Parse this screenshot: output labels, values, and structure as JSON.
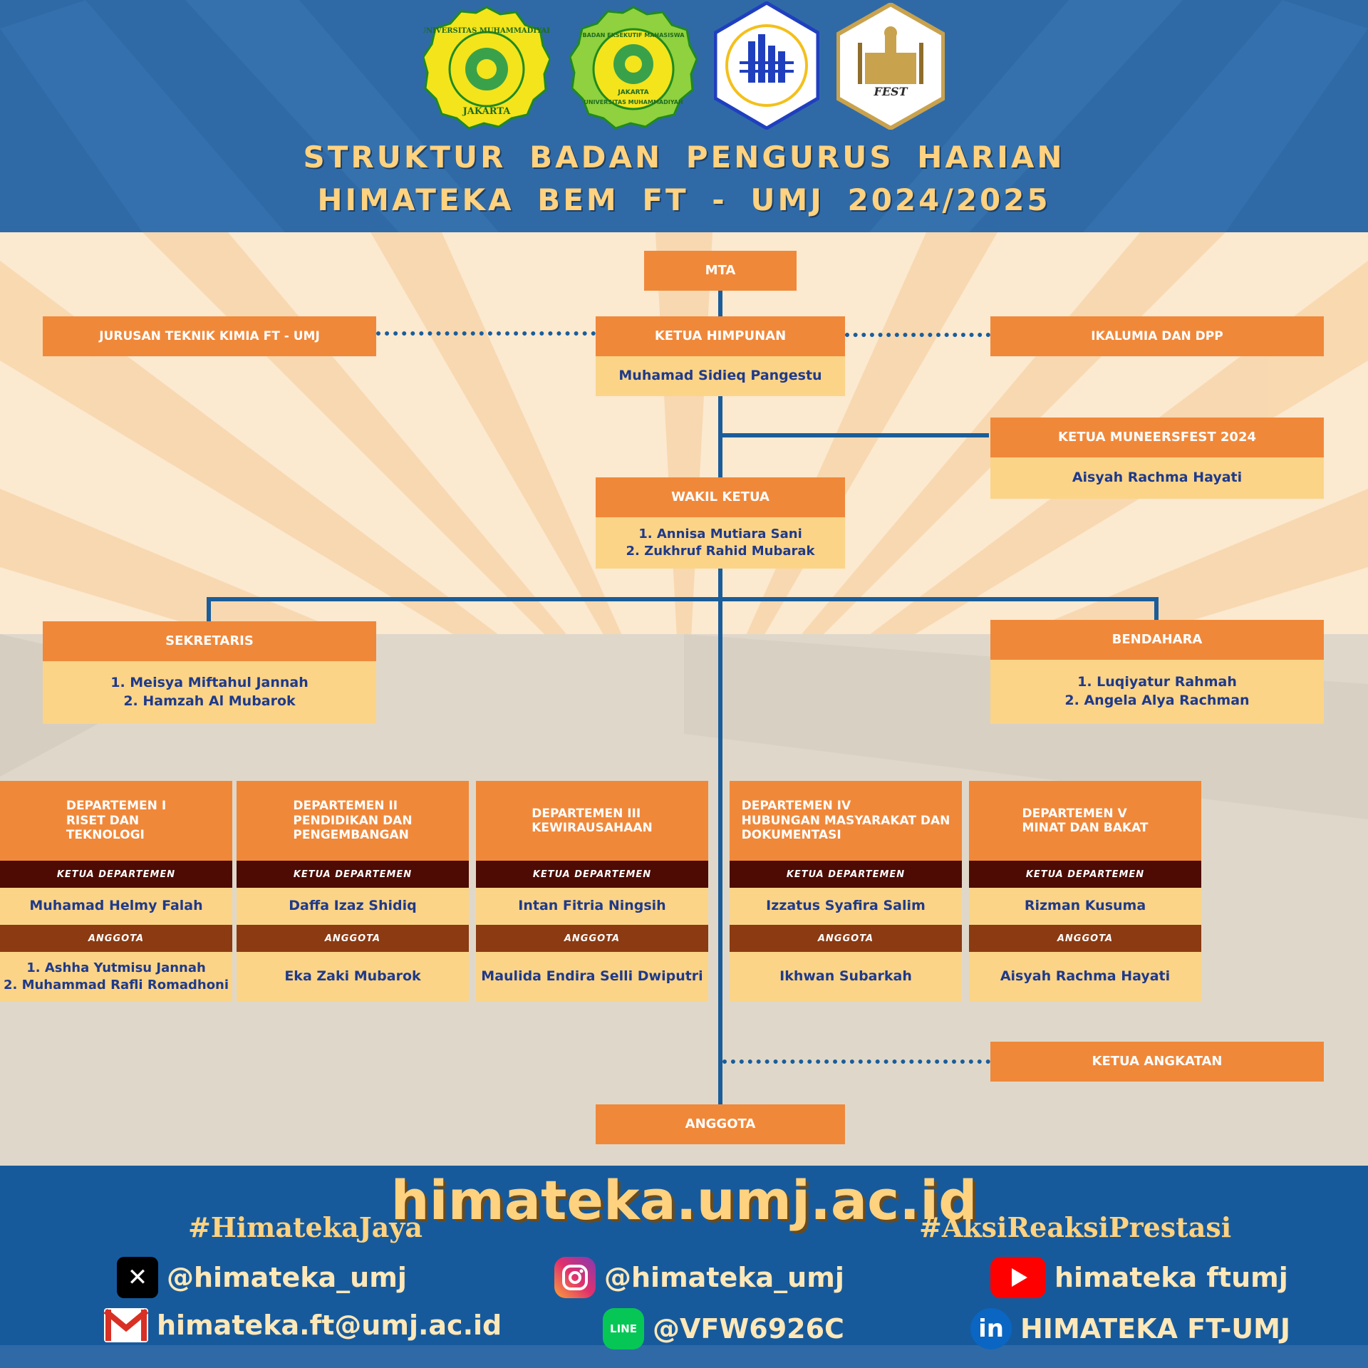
{
  "title": {
    "line1": "STRUKTUR  BADAN  PENGURUS  HARIAN",
    "line2": "HIMATEKA  BEM  FT - UMJ  2024/2025"
  },
  "logos": {
    "umj": {
      "top": "UNIVERSITAS MUHAMMADIYAH",
      "bottom": "JAKARTA"
    },
    "bem": {
      "top": "BADAN EKSEKUTIF MAHASISWA",
      "mid": "JAKARTA",
      "bottom": "UNIVERSITAS MUHAMMADIYAH"
    },
    "himateka": {
      "name": "himateka-logo"
    },
    "muneers": {
      "word": "FEST"
    }
  },
  "org": {
    "mta": "MTA",
    "jurusan": "JURUSAN TEKNIK KIMIA FT - UMJ",
    "ikalumia": "IKALUMIA DAN DPP",
    "ketua": {
      "label": "KETUA HIMPUNAN",
      "name": "Muhamad Sidieq Pangestu"
    },
    "muneersfest": {
      "label": "KETUA MUNEERSFEST 2024",
      "name": "Aisyah Rachma Hayati"
    },
    "wakil": {
      "label": "WAKIL KETUA",
      "names": [
        "1. Annisa Mutiara Sani",
        "2. Zukhruf Rahid Mubarak"
      ]
    },
    "sekretaris": {
      "label": "SEKRETARIS",
      "names": [
        "1. Meisya Miftahul Jannah",
        "2. Hamzah Al Mubarok"
      ]
    },
    "bendahara": {
      "label": "BENDAHARA",
      "names": [
        "1. Luqiyatur Rahmah",
        "2. Angela Alya Rachman"
      ]
    },
    "ketua_angkatan": "KETUA ANGKATAN",
    "anggota": "ANGGOTA"
  },
  "departments": [
    {
      "title": "DEPARTEMEN I\nRISET DAN\nTEKNOLOGI",
      "ketua_label": "KETUA DEPARTEMEN",
      "ketua": "Muhamad Helmy Falah",
      "anggota_label": "ANGGOTA",
      "anggota": [
        "1. Ashha Yutmisu Jannah",
        "2. Muhammad Rafli Romadhoni"
      ]
    },
    {
      "title": "DEPARTEMEN II\nPENDIDIKAN DAN\nPENGEMBANGAN",
      "ketua_label": "KETUA DEPARTEMEN",
      "ketua": "Daffa Izaz Shidiq",
      "anggota_label": "ANGGOTA",
      "anggota": [
        "Eka Zaki Mubarok"
      ]
    },
    {
      "title": "DEPARTEMEN III\nKEWIRAUSAHAAN",
      "ketua_label": "KETUA DEPARTEMEN",
      "ketua": "Intan Fitria Ningsih",
      "anggota_label": "ANGGOTA",
      "anggota": [
        "Maulida Endira Selli Dwiputri"
      ]
    },
    {
      "title": "DEPARTEMEN IV\nHUBUNGAN MASYARAKAT DAN\nDOKUMENTASI",
      "ketua_label": "KETUA DEPARTEMEN",
      "ketua": "Izzatus Syafira Salim",
      "anggota_label": "ANGGOTA",
      "anggota": [
        "Ikhwan Subarkah"
      ]
    },
    {
      "title": "DEPARTEMEN V\nMINAT DAN BAKAT",
      "ketua_label": "KETUA DEPARTEMEN",
      "ketua": "Rizman Kusuma",
      "anggota_label": "ANGGOTA",
      "anggota": [
        "Aisyah Rachma Hayati"
      ]
    }
  ],
  "footer": {
    "website": "himateka.umj.ac.id",
    "hashtag_left": "#HimatekaJaya",
    "hashtag_right": "#AksiReaksiPrestasi",
    "socials": {
      "x": {
        "icon": "x-icon",
        "handle": "@himateka_umj"
      },
      "instagram": {
        "icon": "instagram-icon",
        "handle": "@himateka_umj"
      },
      "youtube": {
        "icon": "youtube-icon",
        "handle": "himateka ftumj"
      },
      "email": {
        "icon": "mail-icon",
        "handle": "himateka.ft@umj.ac.id"
      },
      "line": {
        "icon": "line-icon",
        "handle": "@VFW6926C",
        "badge": "LINE"
      },
      "linkedin": {
        "icon": "linkedin-icon",
        "handle": "HIMATEKA FT-UMJ",
        "badge": "in"
      }
    }
  },
  "colors": {
    "header_blue": "#2f6aa6",
    "orange": "#f0883a",
    "cream": "#fbd488",
    "navy_text": "#1f3a8a",
    "gold": "#ffd27f"
  }
}
